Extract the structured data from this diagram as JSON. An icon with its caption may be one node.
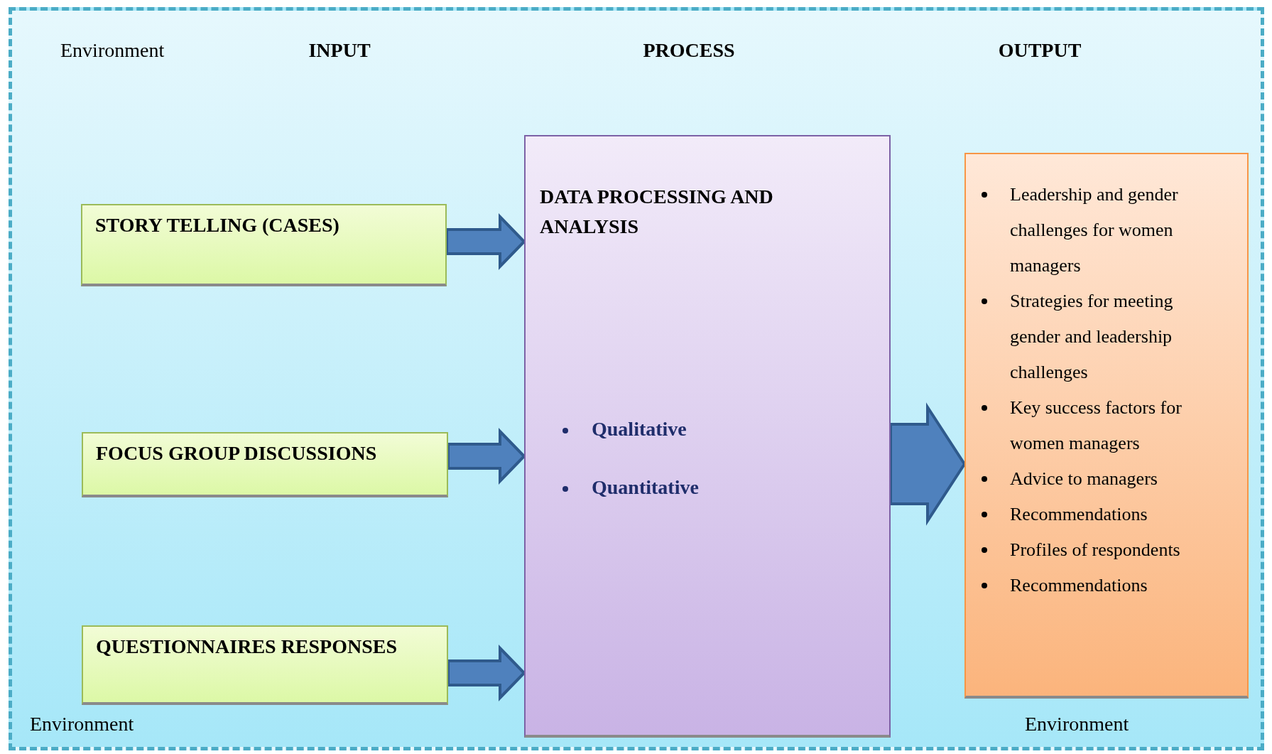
{
  "diagram": {
    "nodes": [
      {
        "text": [
          "Environment",
          "INPUT",
          "PROCESS",
          "OUTPUT",
          "Environment",
          "Environment"
        ]
      },
      {
        "text": [
          "STORY TELLING (CASES)"
        ],
        "in": 0
      },
      {
        "text": [
          "FOCUS GROUP DISCUSSIONS"
        ],
        "in": 0
      },
      {
        "text": [
          "QUESTIONNAIRES RESPONSES"
        ],
        "in": 0
      },
      {
        "text": [
          "DATA PROCESSING AND ANALYSIS",
          "Qualitative",
          "Quantitative"
        ],
        "in": 0
      },
      {
        "text": [
          "Leadership and gender challenges for women managers",
          "Strategies for meeting gender and leadership challenges",
          "Key success factors for women managers",
          "Advice to managers",
          "Recommendations",
          "Profiles of respondents",
          "Recommendations"
        ],
        "in": 0
      }
    ],
    "edges": [
      {
        "from": 1,
        "to": 4,
        "arrow": "to"
      },
      {
        "from": 2,
        "to": 4,
        "arrow": "to"
      },
      {
        "from": 3,
        "to": 4,
        "arrow": "to"
      },
      {
        "from": 4,
        "to": 5,
        "arrow": "to"
      }
    ]
  }
}
